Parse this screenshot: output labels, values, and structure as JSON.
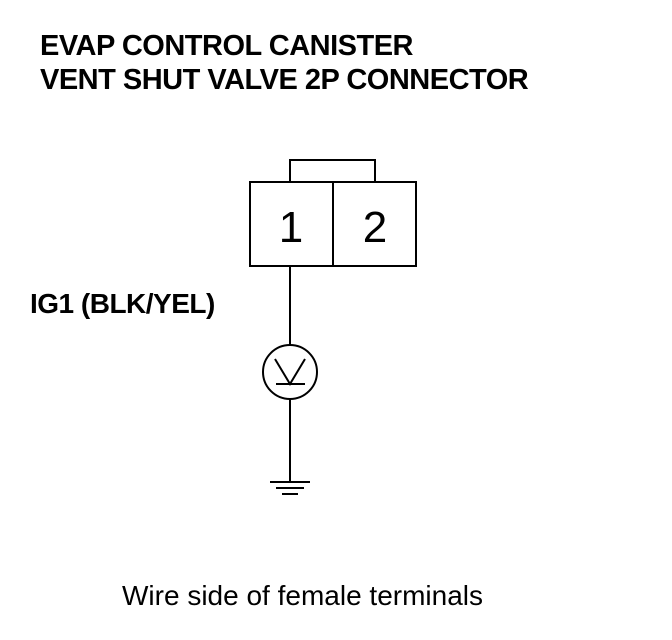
{
  "title": {
    "line1": "EVAP CONTROL CANISTER",
    "line2": "VENT SHUT VALVE 2P CONNECTOR"
  },
  "connector": {
    "terminals": [
      {
        "number": "1"
      },
      {
        "number": "2"
      }
    ]
  },
  "wire": {
    "label": "IG1 (BLK/YEL)"
  },
  "symbols": {
    "meter": "voltmeter-icon",
    "ground": "ground-icon"
  },
  "caption": "Wire side of female terminals"
}
